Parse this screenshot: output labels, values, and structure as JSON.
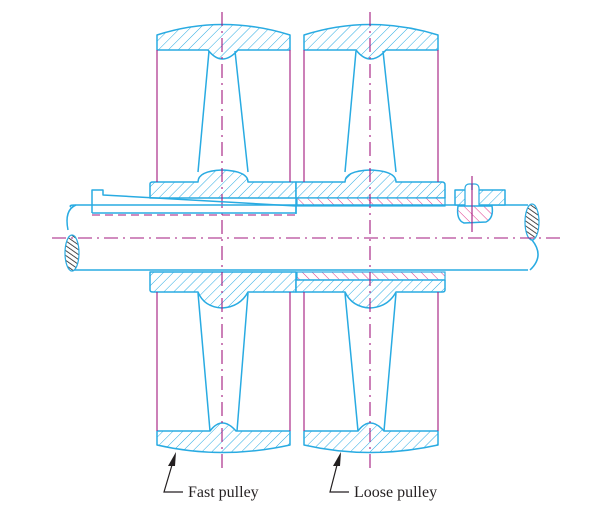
{
  "figure": {
    "title": "Fast and loose pulley arrangement on shaft",
    "labels": {
      "fast_pulley": "Fast pulley",
      "loose_pulley": "Loose pulley"
    },
    "colors": {
      "outline": "#29abe2",
      "hatch_blue": "#29abe2",
      "hatch_magenta": "#e0338a",
      "center_lines": "#a3197f",
      "shaft_break": "#231f20",
      "text": "#231f20"
    }
  }
}
